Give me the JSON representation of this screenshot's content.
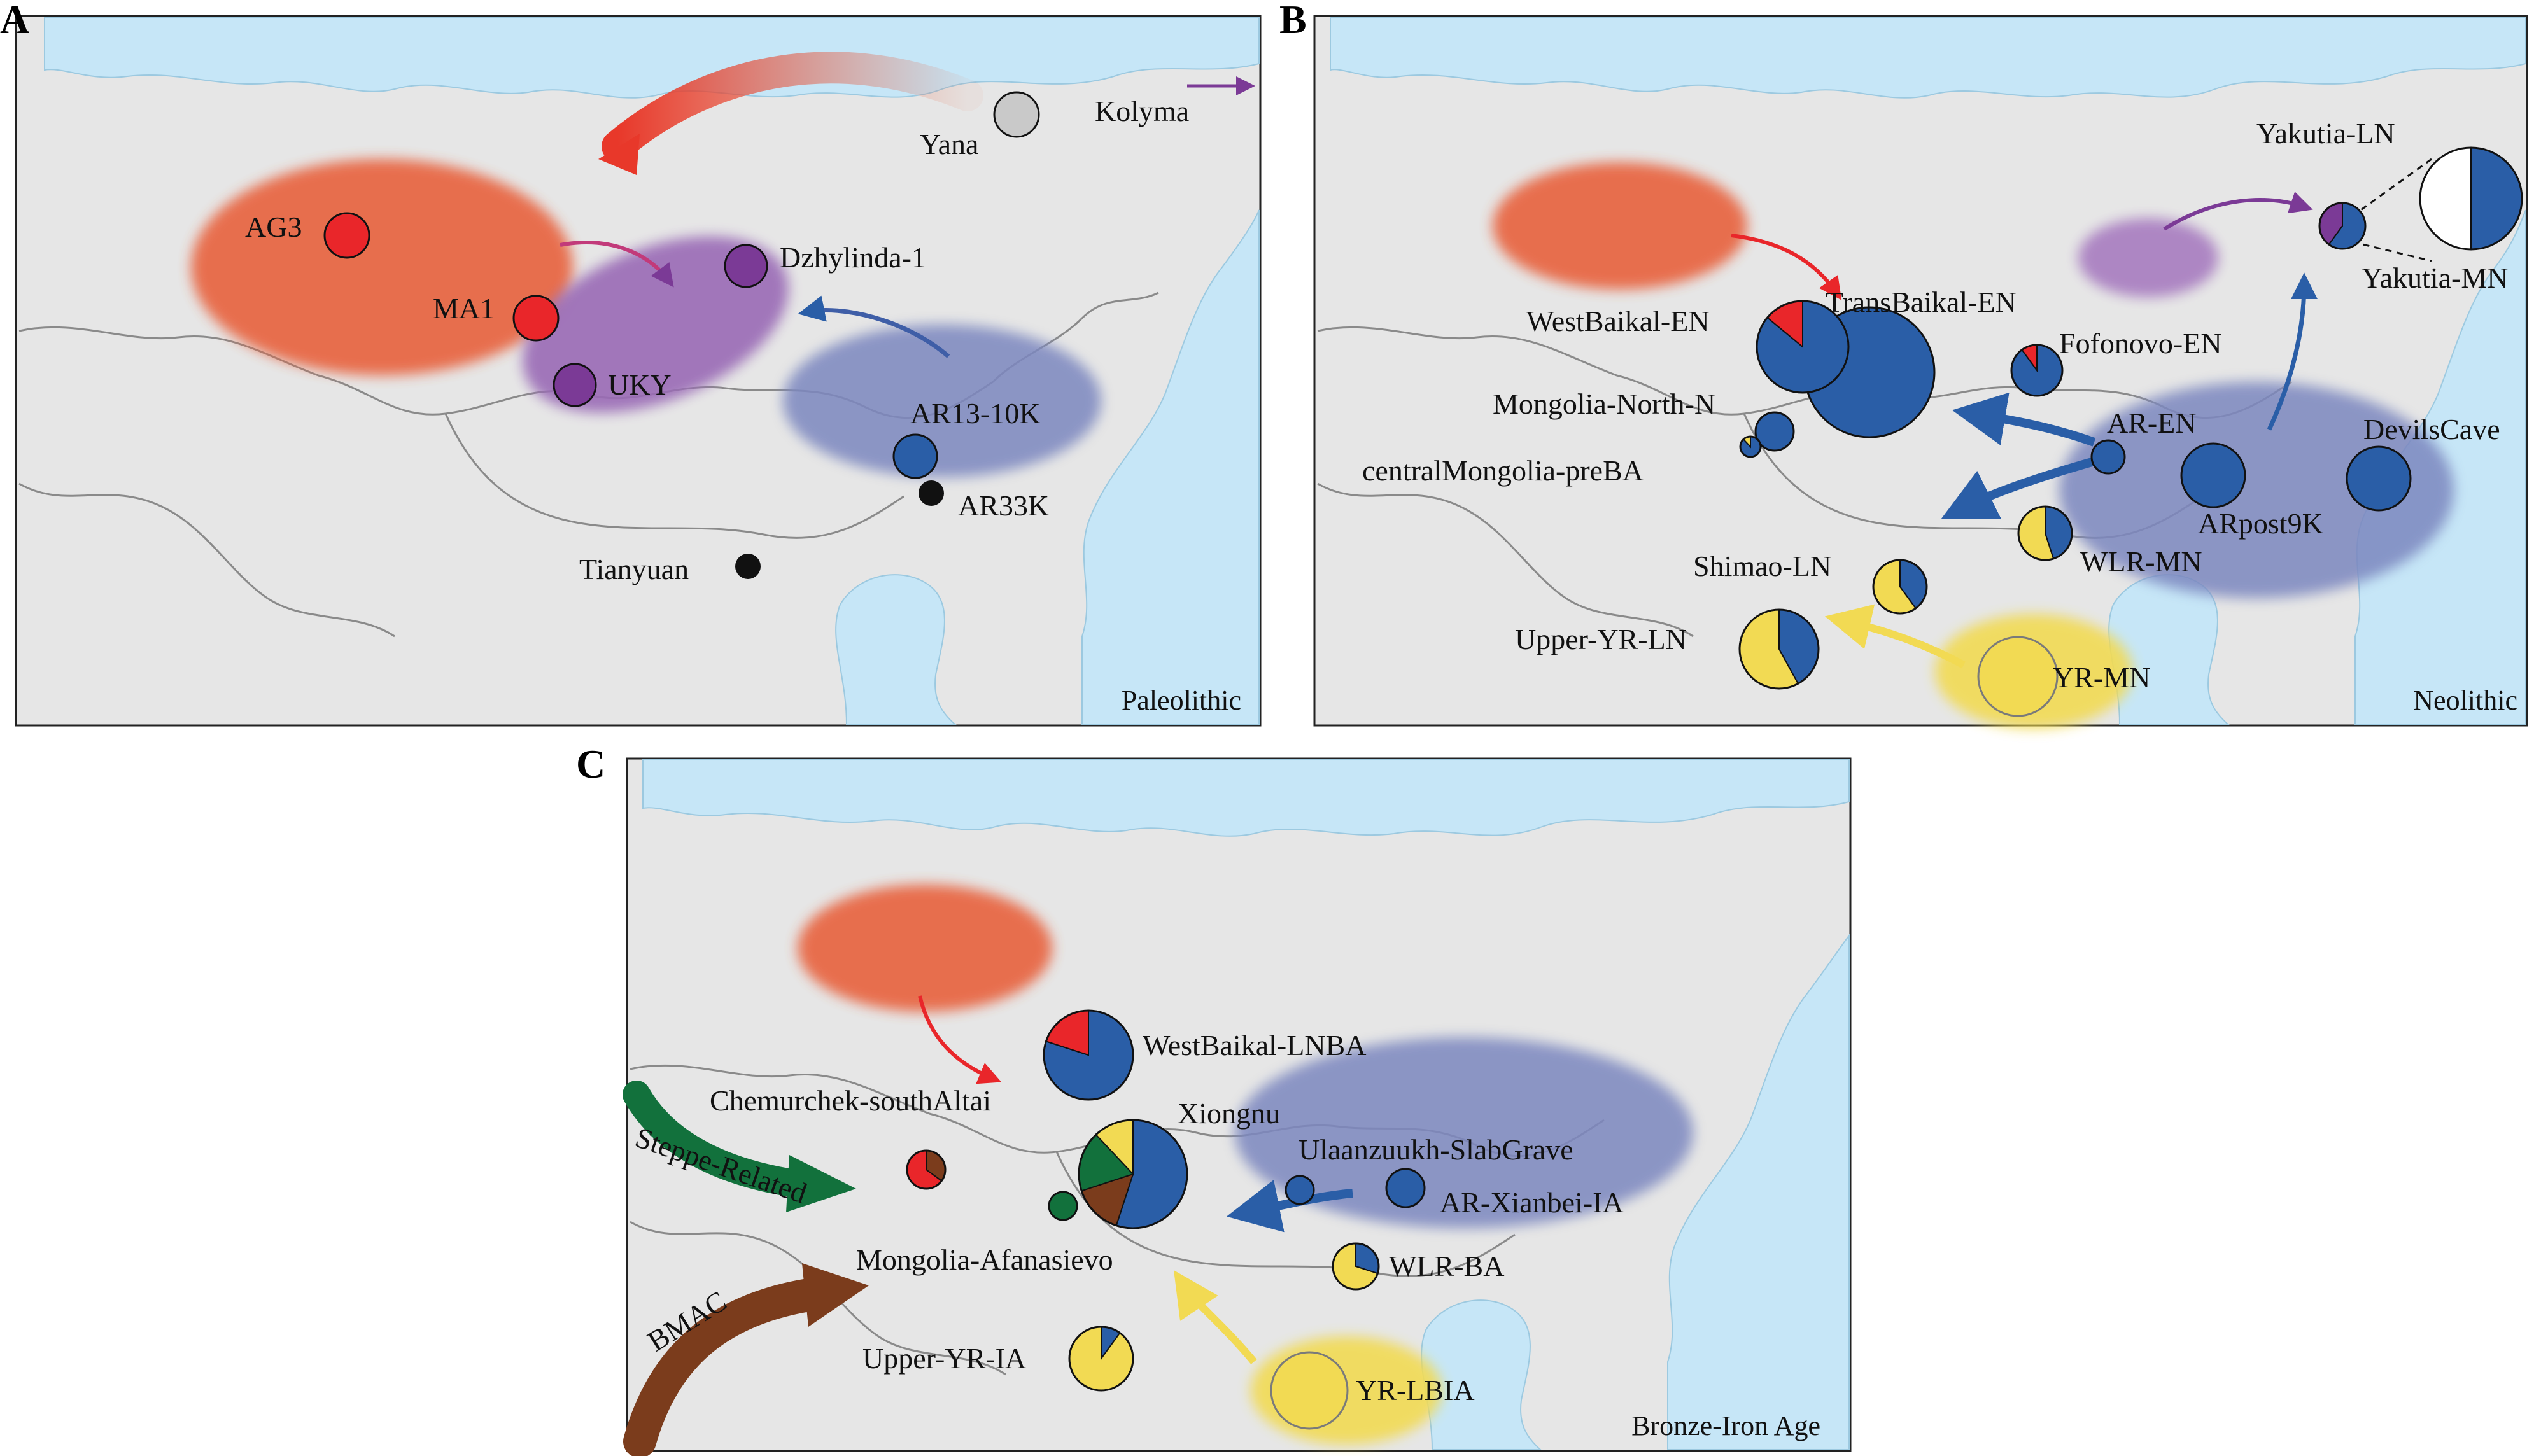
{
  "colors": {
    "ancient_north_eurasian": "#e9262a",
    "dzhylinda": "#7b3a96",
    "amur_river": "#2a5ea7",
    "yellow_river": "#f2da53",
    "steppe": "#12713c",
    "bmac": "#7b3c1c",
    "other": "#c9c9c9",
    "black": "#111111",
    "white": "#ffffff",
    "sea": "#c6e6f7",
    "land": "#e6e6e6"
  },
  "panels": [
    {
      "letter": "A",
      "period": "Paleolithic",
      "labels": {
        "yana": "Yana",
        "kolyma": "Kolyma",
        "ag3": "AG3",
        "ma1": "MA1",
        "dzhylinda": "Dzhylinda-1",
        "uky": "UKY",
        "ar13": "AR13-10K",
        "ar33": "AR33K",
        "tianyuan": "Tianyuan"
      }
    },
    {
      "letter": "B",
      "period": "Neolithic",
      "labels": {
        "yakutia_ln": "Yakutia-LN",
        "yakutia_mn": "Yakutia-MN",
        "westbaikal_en": "WestBaikal-EN",
        "transbaikal_en": "TransBaikal-EN",
        "fofonovo_en": "Fofonovo-EN",
        "mongolia_north_n": "Mongolia-North-N",
        "central_mongolia": "centralMongolia-preBA",
        "ar_en": "AR-EN",
        "devils_cave": "DevilsCave",
        "arpost9k": "ARpost9K",
        "wlr_mn": "WLR-MN",
        "shimao_ln": "Shimao-LN",
        "upper_yr_ln": "Upper-YR-LN",
        "yr_mn": "YR-MN"
      }
    },
    {
      "letter": "C",
      "period": "Bronze-Iron Age",
      "labels": {
        "westbaikal_lnba": "WestBaikal-LNBA",
        "chemurchek": "Chemurchek-southAltai",
        "xiongnu": "Xiongnu",
        "ulaanzuukh": "Ulaanzuukh-SlabGrave",
        "ar_xianbei": "AR-Xianbei-IA",
        "steppe_related": "Steppe-Related",
        "mongolia_afanasievo": "Mongolia-Afanasievo",
        "wlr_ba": "WLR-BA",
        "bmac": "BMAC",
        "upper_yr_ia": "Upper-YR-IA",
        "yr_lbia": "YR-LBIA"
      }
    }
  ],
  "pies": {
    "westbaikal_en": [
      {
        "c": "amur_river",
        "v": 0.86
      },
      {
        "c": "ancient_north_eurasian",
        "v": 0.14
      }
    ],
    "fofonovo_en": [
      {
        "c": "amur_river",
        "v": 0.9
      },
      {
        "c": "ancient_north_eurasian",
        "v": 0.1
      }
    ],
    "yakutia_ln": [
      {
        "c": "amur_river",
        "v": 0.6
      },
      {
        "c": "dzhylinda",
        "v": 0.4
      }
    ],
    "yakutia_ln_zoom": [
      {
        "c": "amur_river",
        "v": 0.5
      },
      {
        "c": "white",
        "v": 0.5
      }
    ],
    "central_mongolia": [
      {
        "c": "amur_river",
        "v": 0.88
      },
      {
        "c": "yellow_river",
        "v": 0.12
      }
    ],
    "wlr_mn": [
      {
        "c": "amur_river",
        "v": 0.45
      },
      {
        "c": "yellow_river",
        "v": 0.55
      }
    ],
    "shimao_ln": [
      {
        "c": "amur_river",
        "v": 0.4
      },
      {
        "c": "yellow_river",
        "v": 0.6
      }
    ],
    "upper_yr_ln": [
      {
        "c": "amur_river",
        "v": 0.42
      },
      {
        "c": "yellow_river",
        "v": 0.58
      }
    ],
    "westbaikal_lnba": [
      {
        "c": "amur_river",
        "v": 0.8
      },
      {
        "c": "ancient_north_eurasian",
        "v": 0.2
      }
    ],
    "chemurchek": [
      {
        "c": "bmac",
        "v": 0.35
      },
      {
        "c": "ancient_north_eurasian",
        "v": 0.65
      }
    ],
    "xiongnu": [
      {
        "c": "amur_river",
        "v": 0.55
      },
      {
        "c": "bmac",
        "v": 0.15
      },
      {
        "c": "steppe",
        "v": 0.18
      },
      {
        "c": "yellow_river",
        "v": 0.12
      }
    ],
    "wlr_ba": [
      {
        "c": "amur_river",
        "v": 0.3
      },
      {
        "c": "yellow_river",
        "v": 0.7
      }
    ],
    "upper_yr_ia": [
      {
        "c": "amur_river",
        "v": 0.1
      },
      {
        "c": "yellow_river",
        "v": 0.9
      }
    ]
  }
}
